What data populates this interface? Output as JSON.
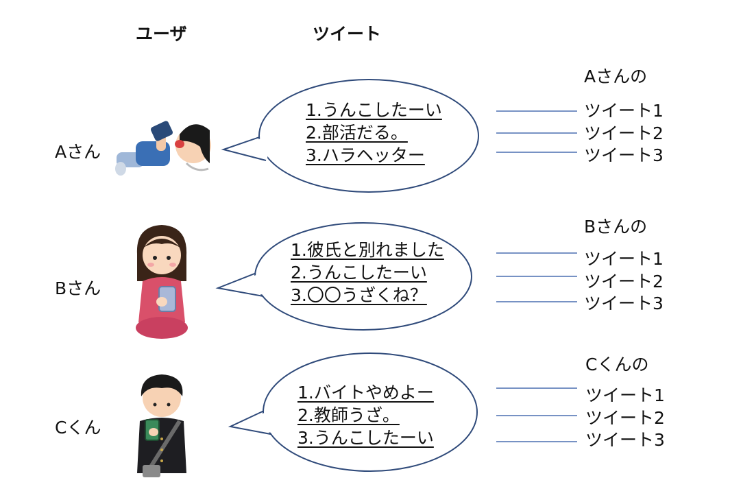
{
  "headers": {
    "user": "ユーザ",
    "tweet": "ツイート"
  },
  "colors": {
    "bubble_stroke": "#2f4a7a",
    "connector_line": "#4a6fb0",
    "text": "#111111"
  },
  "users": [
    {
      "name": "Aさん",
      "avatar_icon": "person-lying-phone-icon",
      "tweets": [
        "1.うんこしたーい",
        "2.部活だる。",
        "3.ハラヘッター"
      ],
      "right_title": "Aさんの",
      "right_items": [
        "ツイート1",
        "ツイート2",
        "ツイート3"
      ]
    },
    {
      "name": "Bさん",
      "avatar_icon": "girl-sitting-phone-icon",
      "tweets": [
        "1.彼氏と別れました",
        "2.うんこしたーい",
        "3.〇〇うざくね？"
      ],
      "right_title": "Bさんの",
      "right_items": [
        "ツイート1",
        "ツイート2",
        "ツイート3"
      ]
    },
    {
      "name": "Cくん",
      "avatar_icon": "student-boy-phone-icon",
      "tweets": [
        "1.バイトやめよー",
        "2.教師うざ。",
        "3.うんこしたーい"
      ],
      "right_title": "Cくんの",
      "right_items": [
        "ツイート1",
        "ツイート2",
        "ツイート3"
      ]
    }
  ]
}
